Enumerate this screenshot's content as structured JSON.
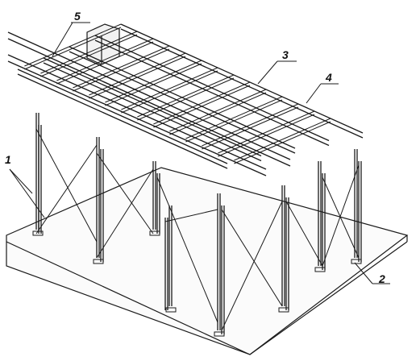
{
  "callouts": [
    {
      "id": "1",
      "text": "1"
    },
    {
      "id": "2",
      "text": "2"
    },
    {
      "id": "3",
      "text": "3"
    },
    {
      "id": "4",
      "text": "4"
    },
    {
      "id": "5",
      "text": "5"
    }
  ],
  "colors": {
    "ink": "#1a1a1a",
    "paper": "#ffffff"
  }
}
